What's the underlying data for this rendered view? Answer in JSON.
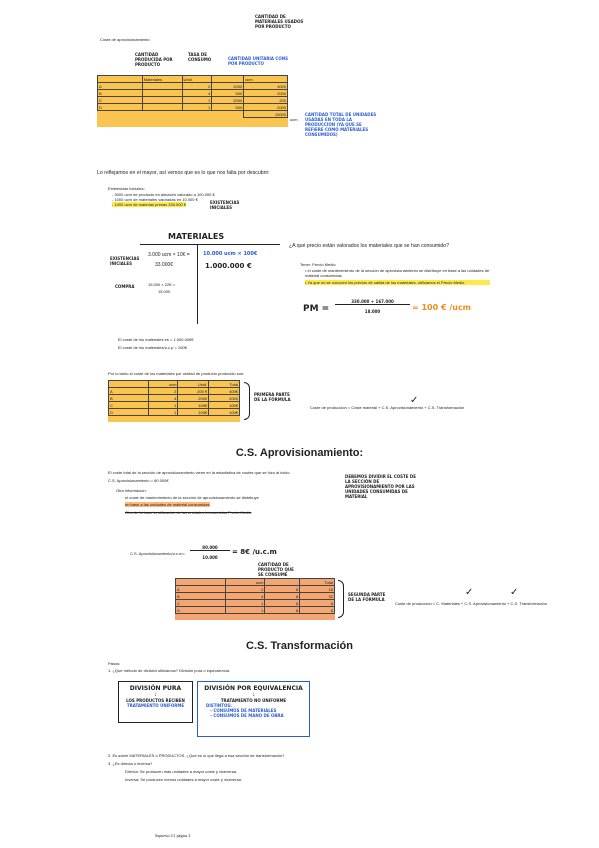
{
  "top": {
    "header": "Coste de aprovisionamiento",
    "ann_total_mp": "CANTIDAD DE MATERIALES USADOS POR PRODUCTO",
    "ann_cant_producida": "CANTIDAD PRODUCIDA POR PRODUCTO",
    "ann_tasa": "TASA DE CONSUMO",
    "ann_cant_prod_tras": "CANTIDAD UNITARIA CONS POR PRODUCTO",
    "ann_total": "CANTIDAD TOTAL DE UNIDADES USADAS EN TODA LA PRODUCCIÓN (YA QUE SE REFIERE COMO MATERIALES CONSUMIDOS)",
    "table": {
      "headers": [
        "",
        "Materiales",
        "Unid.",
        "",
        "ucm"
      ],
      "rows": [
        [
          "A",
          "",
          "2",
          "2000",
          "4000"
        ],
        [
          "B",
          "",
          "4",
          "500",
          "2000"
        ],
        [
          "C",
          "",
          "1",
          "2000",
          "200"
        ],
        [
          "D",
          "",
          "1",
          "500",
          "2000"
        ]
      ],
      "total": "10000",
      "total_unit": "ucm"
    }
  },
  "reflect": {
    "text": "Lo reflejamos en el mayor, así vemos que es lo que nos falta por descubrir:",
    "bullets": [
      "Existencias iniciales:",
      "- 3000 ucm de producto en almacén valorado a 100.000 €",
      "- 1000 ucm de materiales valoradas en 10.000 €",
      "- 1000 ucm de materias primas 330.000 €"
    ],
    "ann_ei": "EXISTENCIAS INICIALES"
  },
  "materiales": {
    "title": "MATERIALES",
    "label_ei": "EXISTENCIAS INICIALES",
    "label_compra": "COMPRA",
    "ei_line": "3.000 ucm × 10€ =",
    "ei_total": "33.000€",
    "compra_line": "15.000 × 22€ =",
    "compra_total": "15.000",
    "right_line": "10.000 ucm × 100€",
    "right_total": "1.000.000 €",
    "question": "¿A qué precio están valorados los materiales que se han consumido?",
    "q_items": [
      "Tener: Precio Medio",
      "• el coste de mantenimiento de la sección de aprovisionamiento se distribuye en base a las unidades de material consumidas.",
      "• Ya que no se conocen los precios de salida de los materiales, utilizamos el Precio Medio"
    ],
    "pm_label": "PM =",
    "pm_num": "330.000 + 167.000",
    "pm_den": "18.000",
    "pm_result": "= 100 € /ucm"
  },
  "costes": {
    "line1": "El coste de los materiales es = 1.000.000€",
    "line2": "El coste de los materiales/u.c.p = 100€"
  },
  "unidad": {
    "text": "Por lo tanto el coste de los materiales por unidad de producto producido son:",
    "table": {
      "headers": [
        "",
        "ucm",
        "Unid.",
        "Total"
      ],
      "rows": [
        [
          "A",
          "2",
          "200 €",
          "400€"
        ],
        [
          "B",
          "4",
          "2000",
          "2000"
        ],
        [
          "C",
          "1",
          "100€",
          "100€"
        ],
        [
          "D",
          "1",
          "100€",
          "100€"
        ]
      ]
    },
    "ann": "PRIMERA PARTE DE LA FÓRMULA",
    "formula": "Coste de producción = Coste material + C.S. Aprovisionamiento + C.S. Transformación"
  },
  "aprov": {
    "title": "C.S. Aprovisionamiento:",
    "line1": "El coste total de la sección de aprovisionamiento viene en la estadística de costes que se hizo al inicio.",
    "line2": "C.S. Aprovisionamiento = 80.000€",
    "sub_label": "Otra información:",
    "sub_items": [
      "el coste de mantenimiento de la sección de aprovisionamiento se distribuye",
      "en base a las unidades de material consumidas",
      "Otra de la base la utilización de las unidades consumidas Precio Medio"
    ],
    "ann": "DEBEMOS DIVIDIR EL COSTE DE LA SECCIÓN DE APROVISIONAMIENTO POR LAS UNIDADES CONSUMIDAS DE MATERIAL",
    "ucm_label": "C.S. Aprovisionamiento/u.c.m=",
    "ucm_num": "80.000",
    "ucm_den": "10.000",
    "ucm_result": "= 8€ /u.c.m",
    "ucm_ann": "CANTIDAD DE PRODUCTO QUE SE CONSUME",
    "table": {
      "headers": [
        "",
        "ucm",
        "",
        "Total"
      ],
      "rows": [
        [
          "A",
          "2",
          "8",
          "16"
        ],
        [
          "B",
          "4",
          "8",
          "32"
        ],
        [
          "C",
          "1",
          "8",
          "8"
        ],
        [
          "D",
          "1",
          "8",
          "8"
        ]
      ]
    },
    "ann2": "SEGUNDA PARTE DE LA FÓRMULA",
    "formula": "Coste de producción = C. Materiales + C.S. Aprovisionamiento + C.S. Transformación",
    "check": "✓"
  },
  "transf": {
    "title": "C.S. Transformación",
    "pasos": "Pasos:",
    "step1": "1. ¿Qué método de división utilizamos? División pura o equivalencia.",
    "box1_title": "DIVISIÓN PURA",
    "box1_sub": "LOS PRODUCTOS RECIBEN",
    "box1_sub2": "TRATAMIENTO UNIFORME",
    "box2_title": "DIVISIÓN POR EQUIVALENCIA",
    "box2_sub": "TRATAMIENTO NO UNIFORME",
    "box2_dist": "DISTINTOS:",
    "box2_i1": "– CONSUMOS DE MATERIALES",
    "box2_i2": "– CONSUMOS DE MANO DE OBRA",
    "step2": "2. Es sobre MATERIALES o PRODUCTOS. ¿Qué es lo que llega a esa sección de transformación?",
    "step3": "3. ¿Es directa o inversa?",
    "directa": "Directa: Se producen más unidades a mayor coste y viceversa.",
    "inversa": "Inversa: Se producen menos unidades a mayor coste y viceversa."
  },
  "footer": "Supuesto 4.1 página 2"
}
